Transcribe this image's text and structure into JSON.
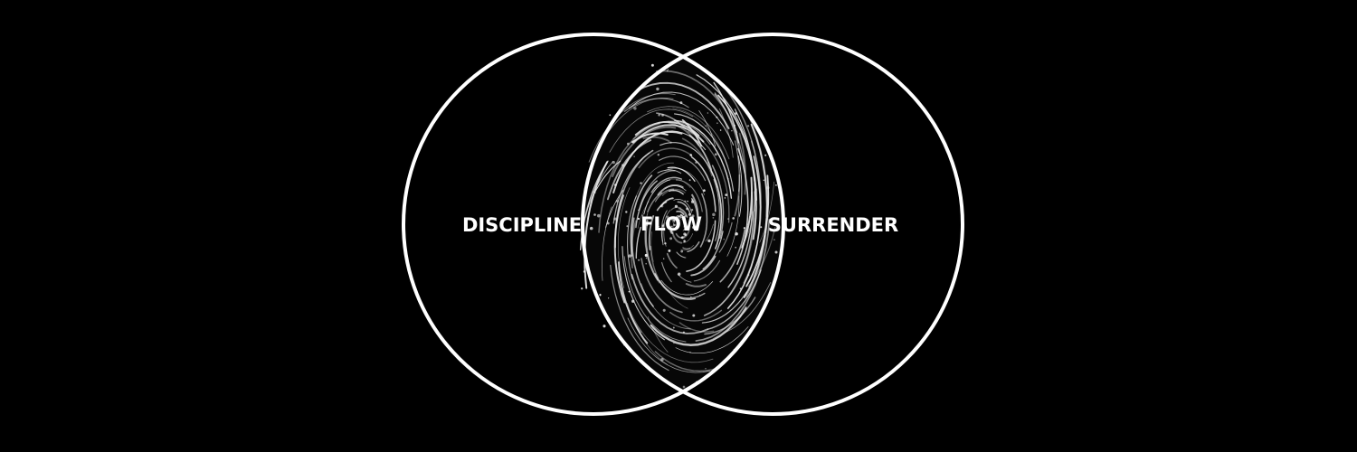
{
  "diagram": {
    "type": "venn",
    "left_set": "DISCIPLINE",
    "right_set": "SURRENDER",
    "intersection": "FLOW"
  },
  "colors": {
    "background": "#000000",
    "outline": "#ffffff",
    "label": "#ffffff",
    "swirl": "#e8e8e8"
  }
}
